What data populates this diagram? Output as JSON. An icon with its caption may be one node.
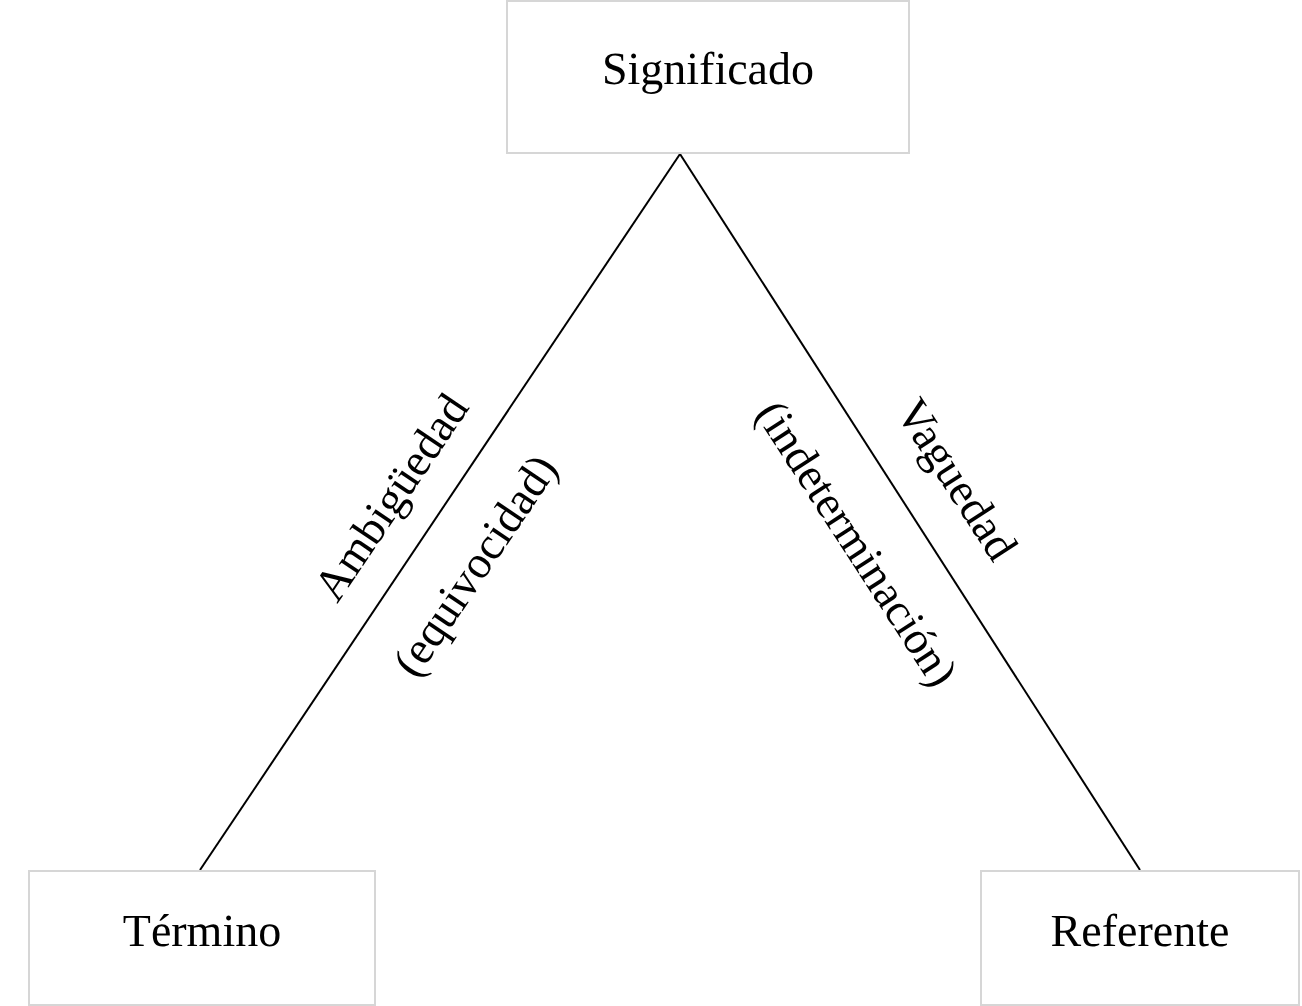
{
  "diagram": {
    "nodes": [
      {
        "text": [
          "Significado"
        ]
      },
      {
        "text": [
          "Término"
        ]
      },
      {
        "text": [
          "Referente"
        ]
      }
    ],
    "edges": [
      {
        "from": 0,
        "to": 1,
        "arrow": "none",
        "label": "Ambigüedad"
      },
      {
        "from": 0,
        "to": 2,
        "arrow": "none",
        "label": "Vaguedad"
      }
    ],
    "labels": [
      "(equivocidad)",
      "(indeterminación)"
    ]
  }
}
